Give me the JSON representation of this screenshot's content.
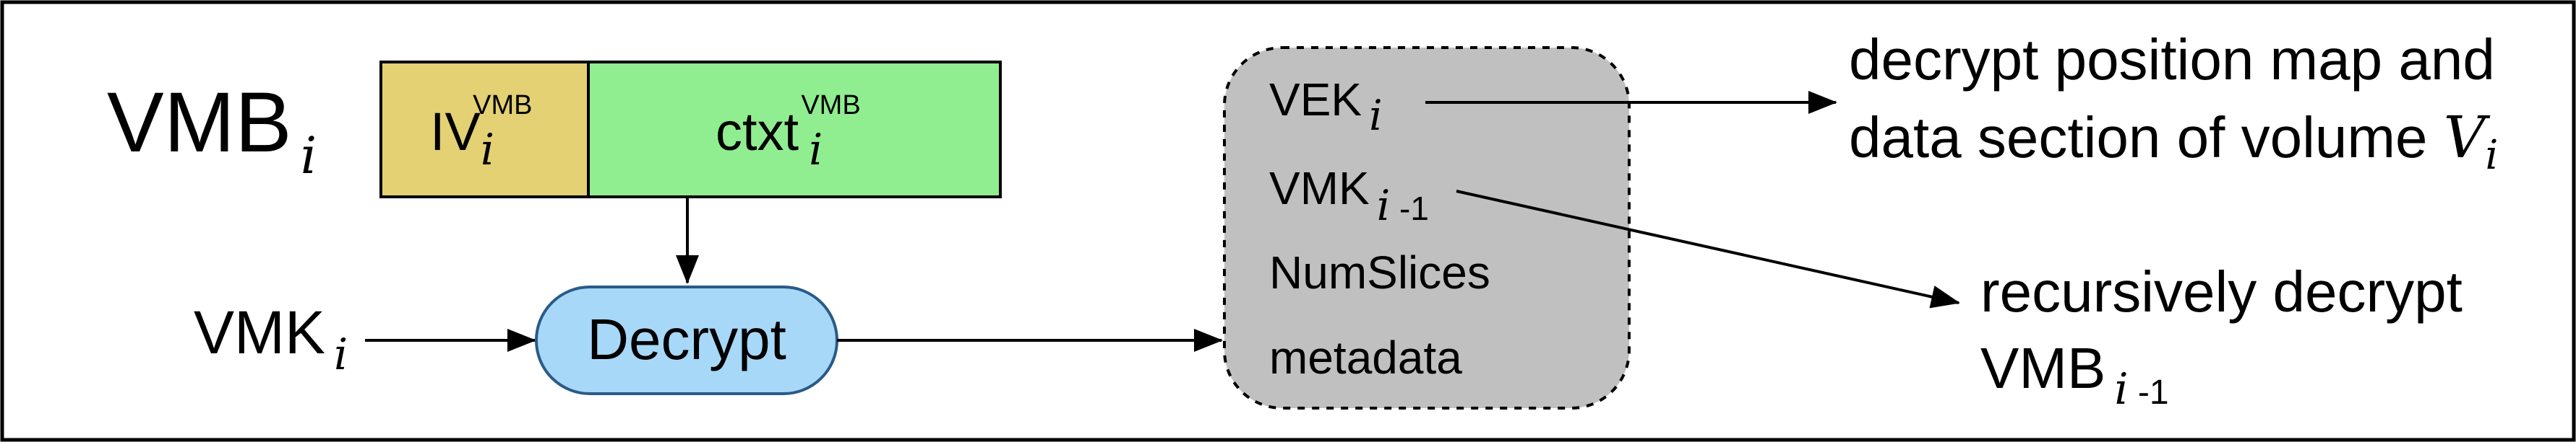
{
  "vmb": {
    "base": "VMB",
    "sub": "i",
    "iv": {
      "base": "IV",
      "sub": "i",
      "sup": "VMB",
      "color": "#e3d173"
    },
    "ctxt": {
      "base": "ctxt",
      "sub": "i",
      "sup": "VMB",
      "color": "#90ee90"
    }
  },
  "vmk_input": {
    "base": "VMK",
    "sub": "i"
  },
  "decrypt": {
    "label": "Decrypt",
    "color": "#a8d8f8",
    "stroke": "#2a5a88"
  },
  "output_box": {
    "color": "#c0c0c0",
    "items": [
      {
        "base": "VEK",
        "sub": "i"
      },
      {
        "base": "VMK",
        "sub": "i",
        "sub_suffix": " -1"
      },
      {
        "base": "NumSlices"
      },
      {
        "base": "metadata"
      }
    ]
  },
  "notes": {
    "vek_line1": "decrypt position map and",
    "vek_line2": "data section of volume ",
    "vek_var": "V",
    "vek_var_sub": "i",
    "vmk_line1": "recursively decrypt",
    "vmk_line2_base": "VMB",
    "vmk_line2_sub": "i",
    "vmk_line2_suffix": " -1"
  }
}
